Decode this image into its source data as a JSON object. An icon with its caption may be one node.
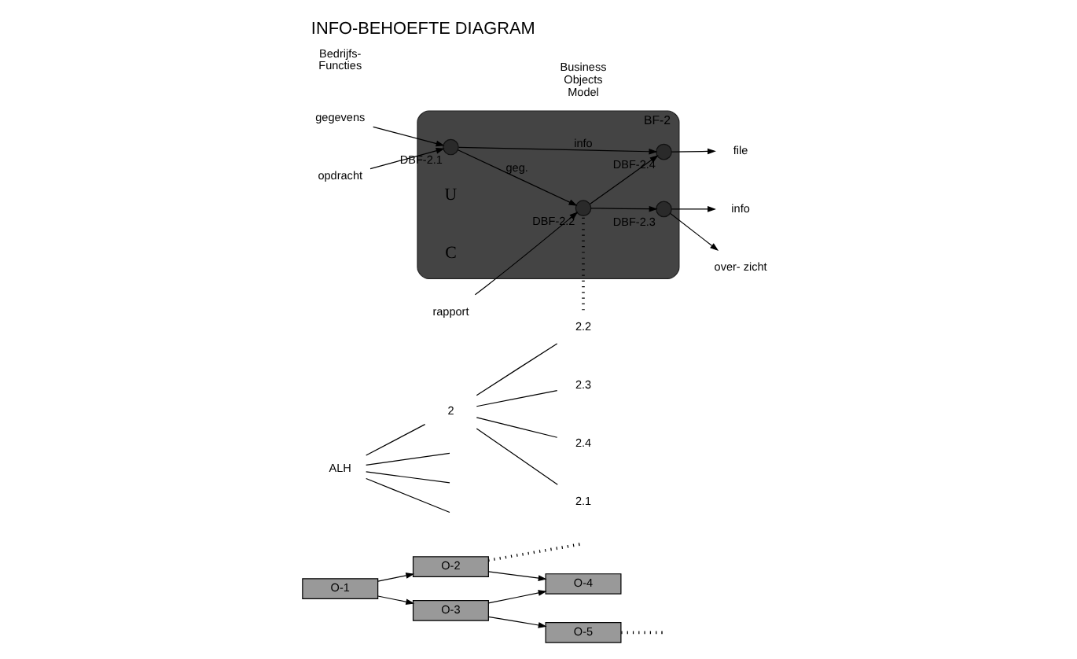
{
  "diagram": {
    "title": "INFO-BEHOEFTE DIAGRAM",
    "nodes": [
      {
        "text": [
          "O-1"
        ]
      },
      {
        "text": [
          "O-2"
        ]
      },
      {
        "text": [
          "O-3"
        ]
      },
      {
        "text": [
          "O-4"
        ]
      },
      {
        "text": [
          "O-5"
        ]
      },
      {
        "text": [
          "ALH"
        ]
      },
      {
        "text": [
          "2"
        ]
      },
      {
        "text": [
          "2.1"
        ]
      },
      {
        "text": [
          "2.2"
        ]
      },
      {
        "text": [
          "2.3"
        ]
      },
      {
        "text": [
          "2.4"
        ]
      },
      {
        "text": [
          "BF-2"
        ]
      },
      {
        "text": [],
        "shape": "circle",
        "in": 11,
        "beside": [
          "DBF-2.2"
        ]
      },
      {
        "text": [],
        "shape": "circle",
        "in": 11,
        "beside": [
          "DBF-2.3"
        ]
      },
      {
        "text": [],
        "shape": "circle",
        "in": 11,
        "beside": [
          "DBF-2.1"
        ]
      },
      {
        "text": [],
        "shape": "circle",
        "in": 11,
        "beside": [
          "DBF-2.4"
        ]
      },
      {
        "text": [
          "rapport"
        ]
      },
      {
        "text": [
          "gegevens"
        ]
      },
      {
        "text": [
          "opdracht"
        ]
      },
      {
        "text": [
          "info"
        ]
      },
      {
        "text": [
          "over- zicht"
        ]
      },
      {
        "text": [
          "file"
        ]
      }
    ],
    "edges": [
      {
        "from": 0,
        "to": 1,
        "arrow": "to"
      },
      {
        "from": 0,
        "to": 2,
        "arrow": "to"
      },
      {
        "from": 1,
        "to": 3,
        "arrow": "to"
      },
      {
        "from": 2,
        "to": 3,
        "arrow": "to"
      },
      {
        "from": 2,
        "to": 4,
        "arrow": "to"
      },
      {
        "from": 5,
        "to": null,
        "arrow": "none"
      },
      {
        "from": 5,
        "to": 6,
        "arrow": "none"
      },
      {
        "from": 5,
        "to": null,
        "arrow": "none"
      },
      {
        "from": 5,
        "to": null,
        "arrow": "none"
      },
      {
        "from": 6,
        "to": 7,
        "arrow": "none"
      },
      {
        "from": 6,
        "to": 8,
        "arrow": "none"
      },
      {
        "from": 6,
        "to": 9,
        "arrow": "none"
      },
      {
        "from": 6,
        "to": 10,
        "arrow": "none"
      },
      {
        "from": 1,
        "to": null,
        "arrow": "none",
        "style": "dashed"
      },
      {
        "from": 4,
        "to": null,
        "arrow": "none",
        "style": "dashed"
      },
      {
        "from": 8,
        "to": 12,
        "arrow": "none",
        "style": "dashed"
      },
      {
        "from": 16,
        "to": 12,
        "arrow": "to"
      },
      {
        "from": 12,
        "to": 13,
        "arrow": "to"
      },
      {
        "from": 12,
        "to": 15,
        "arrow": "to"
      },
      {
        "from": 14,
        "to": 12,
        "arrow": "to",
        "label": "geg."
      },
      {
        "from": 17,
        "to": 14,
        "arrow": "to"
      },
      {
        "from": 18,
        "to": 14,
        "arrow": "to"
      },
      {
        "from": 14,
        "to": 15,
        "arrow": "to",
        "label": "info"
      },
      {
        "from": 13,
        "to": 19,
        "arrow": "to"
      },
      {
        "from": 13,
        "to": 20,
        "arrow": "to"
      },
      {
        "from": 15,
        "to": 21,
        "arrow": "to"
      }
    ],
    "labels": [
      "Bedrijfs- Functies",
      "Business Objects Model",
      "U",
      "C"
    ]
  }
}
